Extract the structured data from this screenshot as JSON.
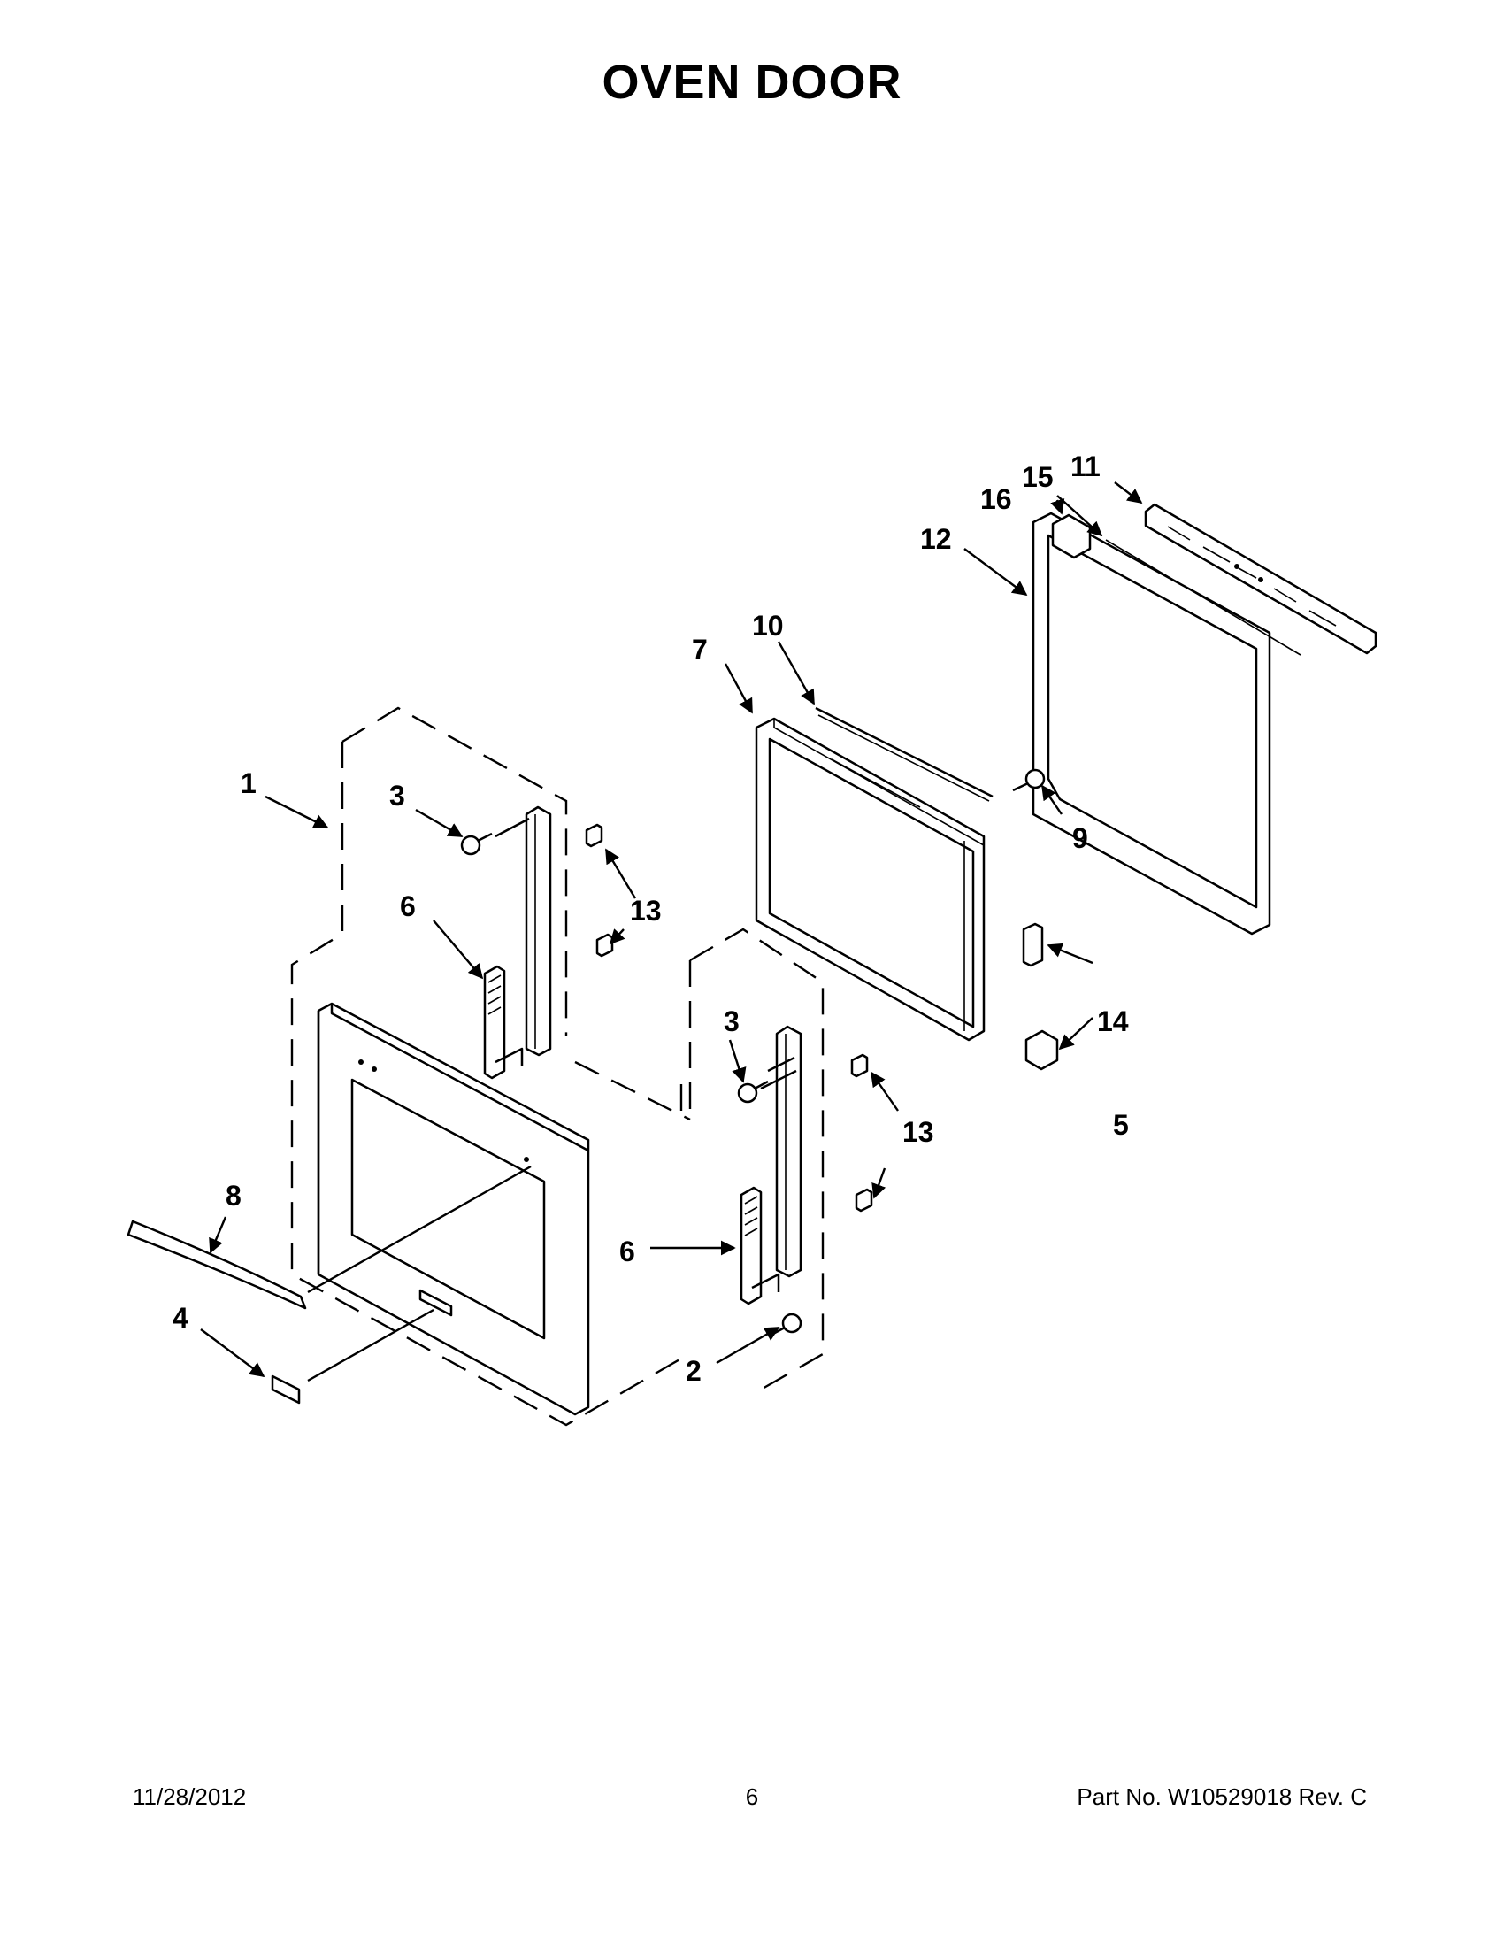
{
  "title": "OVEN DOOR",
  "footer": {
    "date": "11/28/2012",
    "page": "6",
    "part_no": "Part No.  W10529018  Rev.  C"
  },
  "callouts": {
    "c1": "1",
    "c2": "2",
    "c3a": "3",
    "c3b": "3",
    "c4": "4",
    "c5": "5",
    "c6a": "6",
    "c6b": "6",
    "c7": "7",
    "c8": "8",
    "c9": "9",
    "c10": "10",
    "c11": "11",
    "c12": "12",
    "c13a": "13",
    "c13b": "13",
    "c14": "14",
    "c15": "15",
    "c16": "16"
  }
}
